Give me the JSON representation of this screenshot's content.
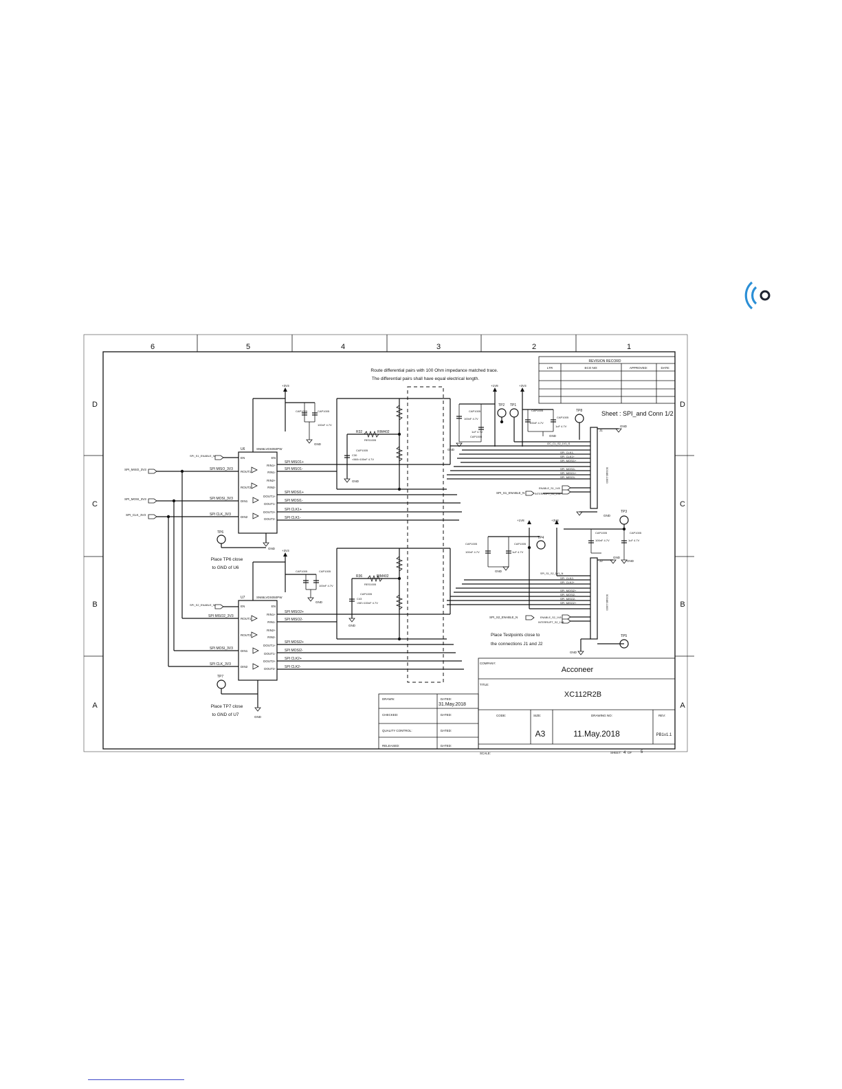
{
  "logo": {
    "name": "acconeer-wave-logo",
    "color": "#2b8fd6"
  },
  "drawing": {
    "column_labels": [
      "6",
      "5",
      "4",
      "3",
      "2",
      "1"
    ],
    "row_labels": [
      "D",
      "C",
      "B",
      "A"
    ],
    "notes": {
      "route_1": "Route differential pairs with 100 Ohm impedance matched trace.",
      "route_2": "The differential pairs shall have equal electrical length.",
      "sheet_title": "Sheet : SPI_and Conn 1/2",
      "tp6_1": "Place TP6 close",
      "tp6_2": "to GND of U6",
      "tp7_1": "Place TP7 close",
      "tp7_2": "to GND of U7",
      "testpoints_1": "Place Testpoints close to",
      "testpoints_2": "the connections J1 and J2"
    },
    "revision": {
      "title": "REVISION RECORD",
      "headers": [
        "LTR",
        "ECO NO:",
        "APPROVED:",
        "DATE:"
      ]
    },
    "title_block": {
      "company_label": "COMPANY:",
      "company": "Acconeer",
      "title_label": "TITLE:",
      "title": "XC112R2B",
      "code_label": "CODE:",
      "size_label": "SIZE:",
      "size": "A3",
      "drawing_no_label": "DRAWING NO:",
      "drawing_no": "11.May.2018",
      "rev_label": "REV:",
      "rev": "PB1v1.1",
      "scale_label": "SCALE:",
      "sheet_label": "SHEET:",
      "sheet_num": "4",
      "of_label": "OF",
      "sheet_total": "5",
      "drawn_label": "DRAWN:",
      "dated_label": "DATED:",
      "drawn_date": "31.May.2018",
      "checked_label": "CHECKED:",
      "quality_label": "QUALITY CONTROL:",
      "released_label": "RELEASED:"
    },
    "u6": {
      "ref": "U6",
      "part": "SN65LVDS050PW",
      "left_pins": [
        "EN",
        "ROUT1",
        "ROUT2",
        "DIN1",
        "DIN2"
      ],
      "right_pins": [
        "EN",
        "RIN1+",
        "RIN1-",
        "RIN2+",
        "RIN2-",
        "DOUT1+",
        "DOUT1-",
        "DOUT2+",
        "DOUT2-"
      ],
      "right_nets": [
        "SPI MISO1+",
        "SPI MISO1-",
        "SPI MOSI1+",
        "SPI MOSI1-",
        "SPI CLK1+",
        "SPI CLK1-"
      ],
      "left_nets": [
        "SPI_S1_ENABLE_N",
        "SPI MISO_3V3",
        "SPI MOSI_3V3",
        "SPI CLK_3V3"
      ]
    },
    "u7": {
      "ref": "U7",
      "part": "SN65LVDS050PW",
      "left_pins": [
        "EN",
        "ROUT1",
        "ROUT2",
        "DIN1",
        "DIN2"
      ],
      "right_pins": [
        "EN",
        "RIN1+",
        "RIN1-",
        "RIN2+",
        "RIN2-",
        "DOUT1+",
        "DOUT1-",
        "DOUT2+",
        "DOUT2-"
      ],
      "right_nets": [
        "SPI MISO2+",
        "SPI MISO2-",
        "SPI MOSI2+",
        "SPI MOSI2-",
        "SPI CLK2+",
        "SPI CLK2-"
      ],
      "left_nets": [
        "SPI_S2_ENABLE_N",
        "SPI MISO2_3V3",
        "SPI MOSI_3V3",
        "SPI CLK_3V3"
      ]
    },
    "ports": {
      "miso": "SPI_MISO_3V3",
      "mosi": "SPI_MOSI_3V3",
      "clk": "SPI_CLK_3V3"
    },
    "parts": {
      "r32": "R32",
      "r32_val": "RIM402",
      "r32_pkg": "RES1005",
      "r36": "R36",
      "r36_val": "RIM402",
      "r36_pkg": "RES1005",
      "c30": "C30",
      "c30_val": "<560>100nF 4.7V",
      "c30_pkg": "CAP1005",
      "c43": "C43",
      "c43_val": "<NE>100nF 4.7V",
      "c43_pkg": "CAP1005",
      "cap_pkg": "CAP1005",
      "cap_val": "100nF 4.7V",
      "cap_val2": "1uF 4.7V",
      "gnd": "GND",
      "v33": "+3V3",
      "v18": "+1V8",
      "j1": "J1",
      "j1_part": "503480-1600",
      "j2": "J2",
      "j2_part": "503480-1600"
    },
    "j1_nets": [
      "I2C_CL_S2_1V1_S",
      "SPI_CLK1-",
      "SPI_CLK1+",
      "SPI_MOSI1+",
      "SPI_MOSI1-",
      "SPI_MISO1+",
      "SPI_MISO1-",
      "ENABLE_S1_1V8",
      "INTERRUPT_S1_1V8"
    ],
    "j2_nets": [
      "SPI_S1_S2_1V1_N",
      "SPI_CLK2-",
      "SPI_CLK2+",
      "SPI_MOSI2+",
      "SPI_MOSI2-",
      "SPI_MISO2-",
      "SPI_MISO2+",
      "ENABLE_S2_1V8",
      "INTERRUPT_S2_1V8"
    ],
    "enable_nets": {
      "s1": "SPI_S1_ENABLE_N",
      "s2": "SPI_S2_ENABLE_N"
    },
    "testpoints": [
      "TP1",
      "TP2",
      "TP3",
      "TP4",
      "TP5",
      "TP6",
      "TP7",
      "TP8"
    ]
  }
}
